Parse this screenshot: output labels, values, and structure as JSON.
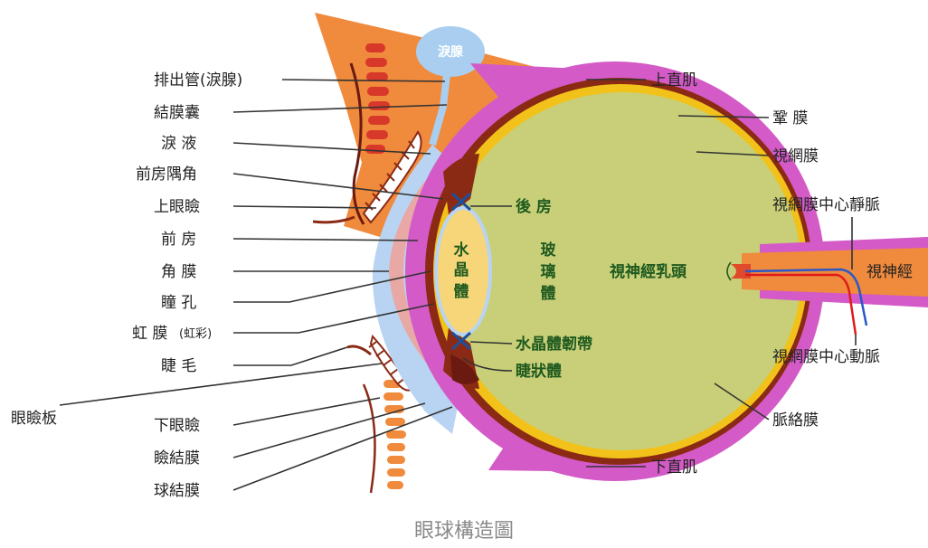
{
  "title": "眼球構造圖",
  "left_labels": {
    "lacrimal_duct": "排出管(淚腺)",
    "conjunctival_sac": "結膜囊",
    "tears": "淚 液",
    "anterior_chamber_angle": "前房隅角",
    "upper_eyelid": "上眼瞼",
    "anterior_chamber": "前 房",
    "cornea": "角 膜",
    "pupil": "瞳 孔",
    "iris": "虹 膜",
    "iris_note": "(虹彩)",
    "eyelash": "睫 毛",
    "tarsal_plate": "眼瞼板",
    "lower_eyelid": "下眼瞼",
    "palpebral_conjunctiva": "瞼結膜",
    "bulbar_conjunctiva": "球結膜"
  },
  "right_labels": {
    "superior_rectus": "上直肌",
    "sclera": "鞏 膜",
    "retina": "視網膜",
    "central_retinal_vein": "視網膜中心靜脈",
    "optic_nerve": "視神經",
    "central_retinal_artery": "視網膜中心動脈",
    "choroid": "脈絡膜",
    "inferior_rectus": "下直肌"
  },
  "inner_labels": {
    "lacrimal_gland": "淚腺",
    "posterior_chamber": "後 房",
    "lens_1": "水",
    "lens_2": "晶",
    "lens_3": "體",
    "vitreous_1": "玻",
    "vitreous_2": "璃",
    "vitreous_3": "體",
    "optic_disc": "視神經乳頭",
    "zonule": "水晶體韌帶",
    "ciliary_body": "睫狀體"
  },
  "colors": {
    "vitreous": "#c8cf78",
    "sclera": "#d45bc7",
    "choroid": "#8b2a14",
    "retina": "#f2c21b",
    "eyelid": "#f08a3c",
    "conjunctiva": "#b9d4f2",
    "lens": "#f7d679",
    "cornea_lip": "#e8a9a6"
  }
}
